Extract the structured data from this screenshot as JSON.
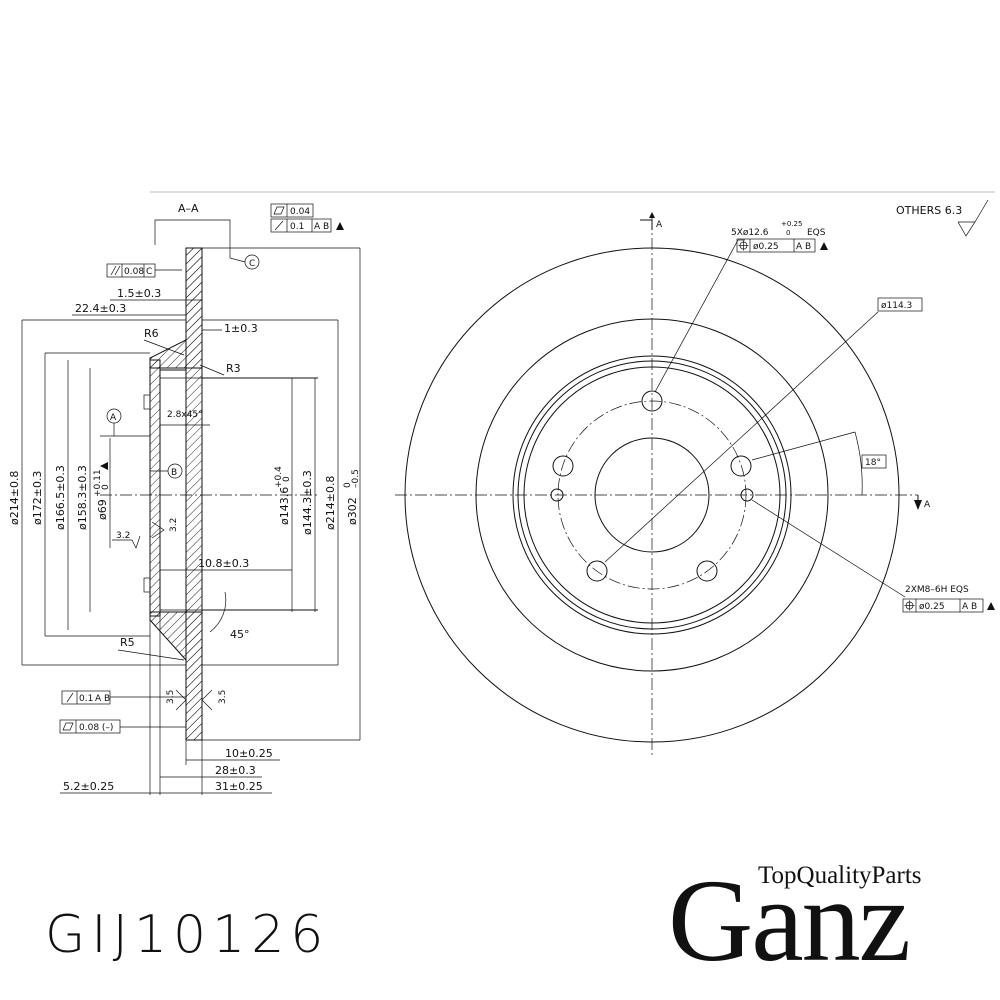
{
  "section_label": "A–A",
  "section_marker": "A",
  "finish_note": "OTHERS 6.3",
  "datums": {
    "a": "A",
    "b": "B",
    "c": "C"
  },
  "tolerances": {
    "flatness_top": "0.04",
    "runout_top": "0.1",
    "runout_top_ref": "A B",
    "parallel_c": "0.08",
    "parallel_c_ref": "C",
    "runout_bottom": "0.1",
    "runout_bottom_ref": "A B",
    "flatness_bottom": "0.08 (–)"
  },
  "dimensions": {
    "d1": "1.5±0.3",
    "d2": "22.4±0.3",
    "d3": "R6",
    "d4": "1±0.3",
    "d5": "R3",
    "d6": "2.8x45°",
    "d7": "3.2",
    "d8": "3.2",
    "d9": "10.8±0.3",
    "d10": "45°",
    "d11": "R5",
    "d12": "3.5",
    "d13": "3.5",
    "d14": "10±0.25",
    "d15": "28±0.3",
    "d16": "5.2±0.25",
    "d17": "31±0.25",
    "dia1": "ø214±0.8",
    "dia2": "ø172±0.3",
    "dia3": "ø166.5±0.3",
    "dia4": "ø158.3±0.3",
    "dia5": "ø69",
    "dia5_tol_upper": "+0.11",
    "dia5_tol_lower": "0",
    "dia6": "ø143.6",
    "dia6_tol_upper": "+0.4",
    "dia6_tol_lower": "0",
    "dia7": "ø144.3±0.3",
    "dia8": "ø214±0.8",
    "dia9": "ø302",
    "dia9_tol_upper": "0",
    "dia9_tol_lower": "–0.5"
  },
  "front_view": {
    "holes_note": "5Xø12.6",
    "holes_tol_upper": "+0.25",
    "holes_tol_lower": "0",
    "holes_eqs": "EQS",
    "holes_position": "ø0.25",
    "holes_ref": "A B",
    "pcd": "ø114.3",
    "angle": "18°",
    "thread_note": "2XM8–6H  EQS",
    "thread_position": "ø0.25",
    "thread_ref": "A B"
  },
  "part_number": "GIJ10126",
  "brand": "Ganz",
  "tagline": "TopQualityParts"
}
